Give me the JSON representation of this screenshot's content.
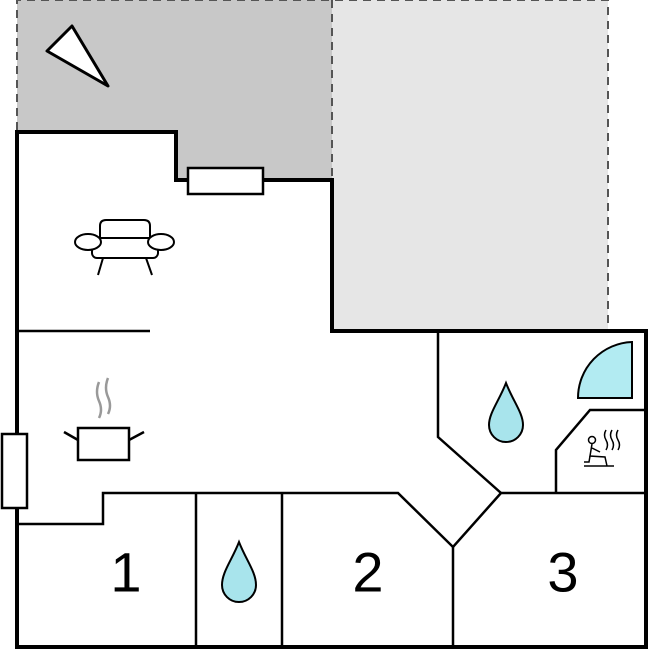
{
  "floorplan": {
    "rooms": [
      {
        "id": "bedroom-1",
        "label": "1"
      },
      {
        "id": "bedroom-2",
        "label": "2"
      },
      {
        "id": "bedroom-3",
        "label": "3"
      }
    ],
    "icons": [
      "compass-north-icon",
      "sofa-icon",
      "cooking-pot-icon",
      "water-drop-icon",
      "shower-icon",
      "sauna-icon",
      "window-icon"
    ],
    "colors": {
      "wall": "#000000",
      "terrace_dark": "#c8c8c8",
      "terrace_light": "#e6e6e6",
      "water": "#a8e4ec",
      "shower": "#b2ebf2"
    }
  }
}
